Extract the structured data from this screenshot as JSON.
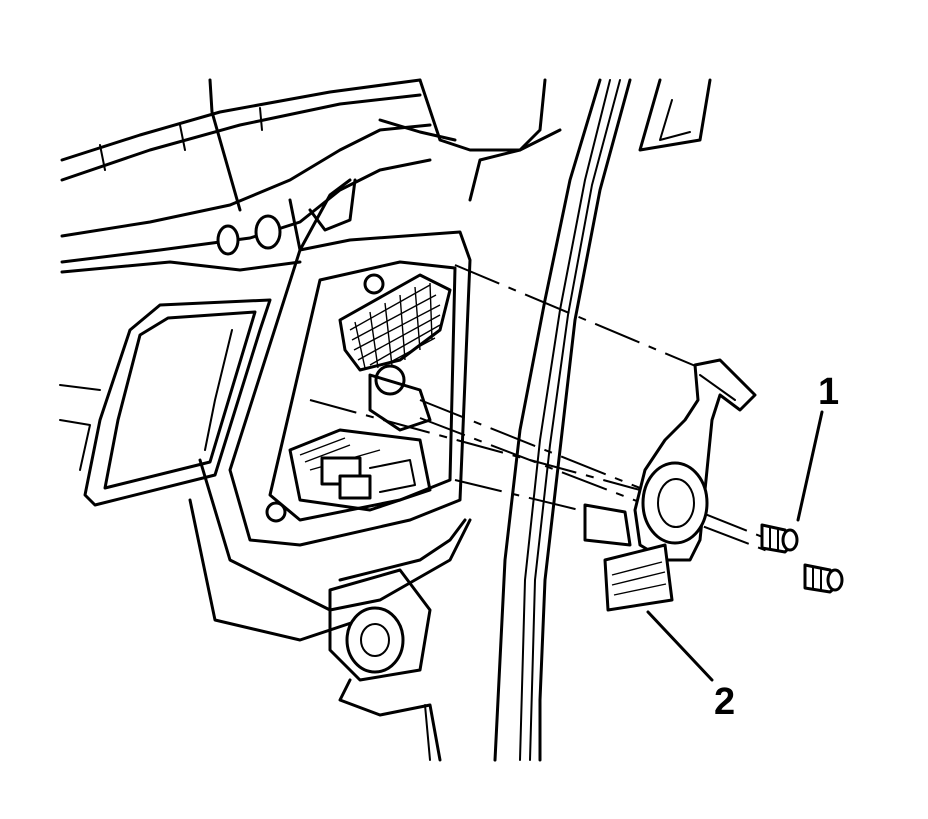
{
  "diagram": {
    "callouts": [
      {
        "id": "1",
        "label": "1",
        "part": "bolt"
      },
      {
        "id": "2",
        "label": "2",
        "part": "bracket"
      }
    ],
    "colors": {
      "line": "#000000",
      "background": "#ffffff"
    }
  }
}
